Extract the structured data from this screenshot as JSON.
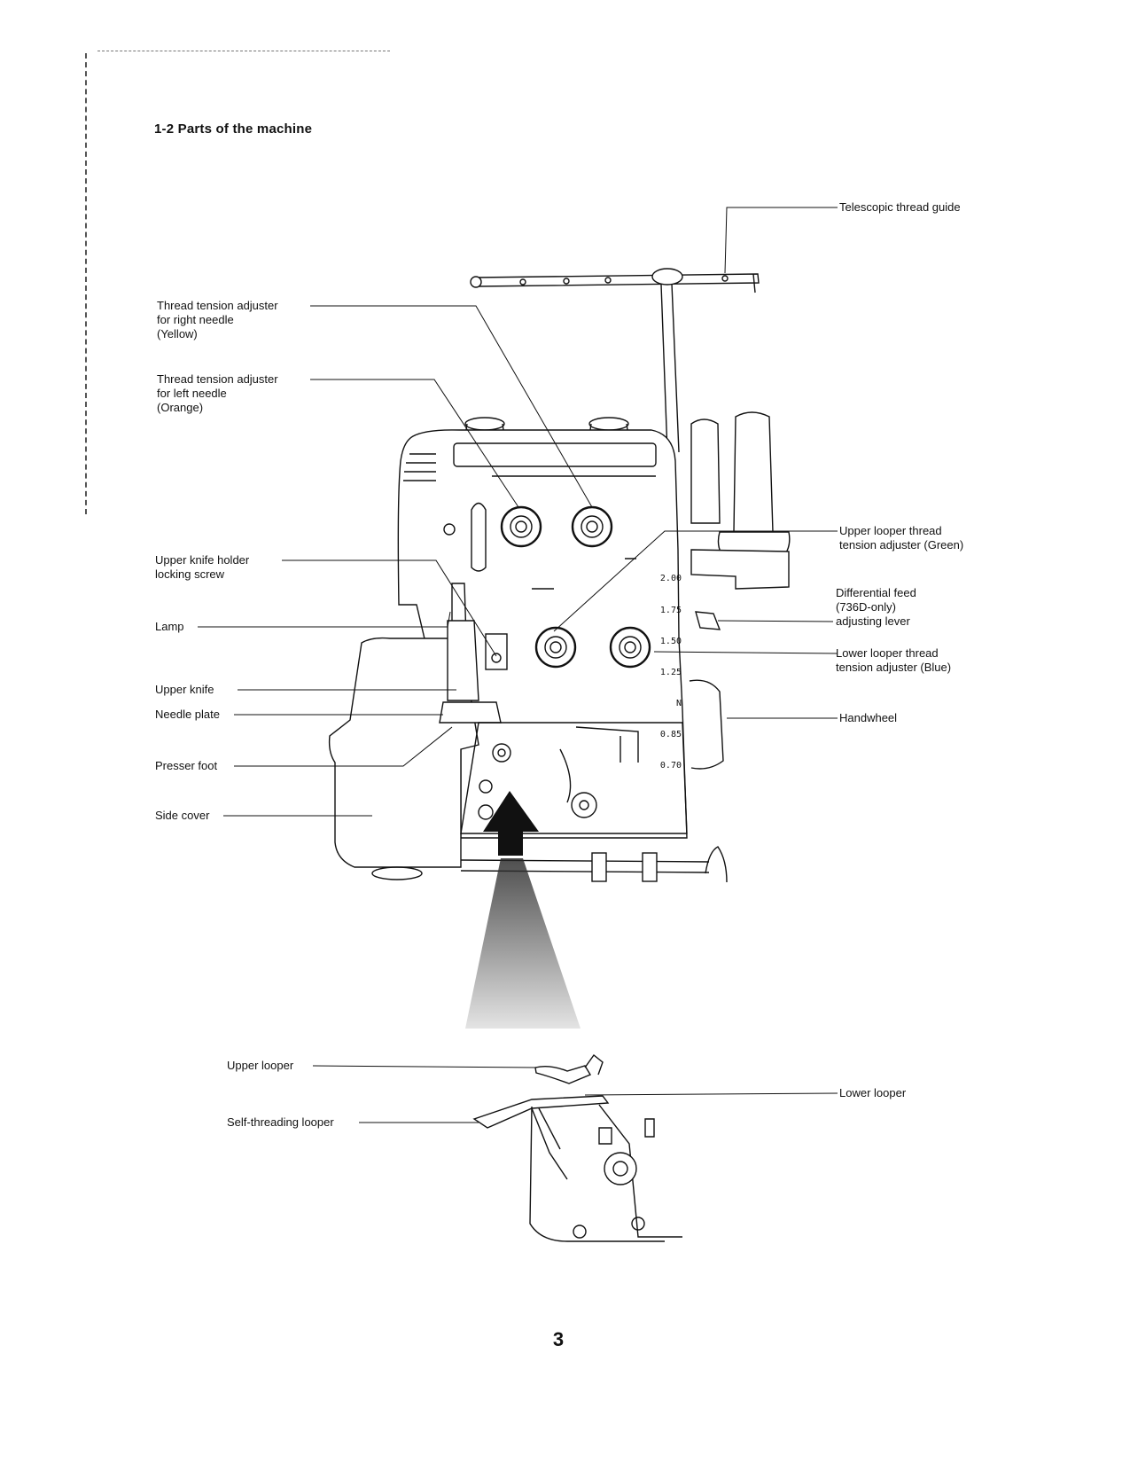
{
  "section_title": "1-2  Parts of the machine",
  "labels": {
    "telescopic_thread_guide": "Telescopic thread guide",
    "tension_right_needle": "Thread tension adjuster\nfor right needle\n(Yellow)",
    "tension_left_needle": "Thread tension adjuster\nfor left needle\n(Orange)",
    "upper_knife_holder_screw": "Upper knife holder\nlocking screw",
    "lamp": "Lamp",
    "upper_knife": "Upper knife",
    "needle_plate": "Needle plate",
    "presser_foot": "Presser foot",
    "side_cover": "Side cover",
    "upper_looper_tension": "Upper looper thread\ntension adjuster (Green)",
    "differential_feed": "Differential feed\n(736D-only)\nadjusting lever",
    "lower_looper_tension": "Lower looper thread\ntension adjuster (Blue)",
    "handwheel": "Handwheel",
    "upper_looper": "Upper looper",
    "self_threading_looper": "Self-threading looper",
    "lower_looper": "Lower looper"
  },
  "differential_scale": [
    "2.00",
    "1.75",
    "1.50",
    "1.25",
    "N",
    "0.85",
    "0.70"
  ],
  "page_number": "3"
}
